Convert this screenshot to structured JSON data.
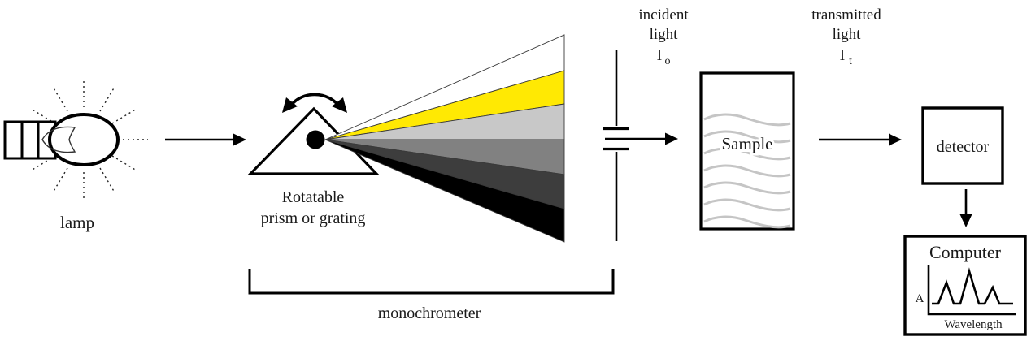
{
  "diagram": {
    "title_hint": "spectrophotometer schematic",
    "lamp": {
      "label": "lamp"
    },
    "source_arrow": "arrow-lamp-to-prism",
    "prism": {
      "label_line1": "Rotatable",
      "label_line2": "prism or grating"
    },
    "fan": {
      "colors": [
        "#ffffff",
        "#ffe903",
        "#c8c8c8",
        "#818181",
        "#3d3d3d",
        "#000000"
      ],
      "outline": "#3a3a3a"
    },
    "monochromator": {
      "label": "monochrometer"
    },
    "incident_light": {
      "line1": "incident",
      "line2": "light",
      "symbol": "I",
      "subscript": "o"
    },
    "transmitted_light": {
      "line1": "transmitted",
      "line2": "light",
      "symbol": "I",
      "subscript": "t"
    },
    "sample": {
      "label": "Sample",
      "wave_color": "#c5c5c5"
    },
    "detector": {
      "label": "detector"
    },
    "computer": {
      "label": "Computer",
      "plot": {
        "ylabel": "A",
        "xlabel": "Wavelength"
      }
    }
  }
}
